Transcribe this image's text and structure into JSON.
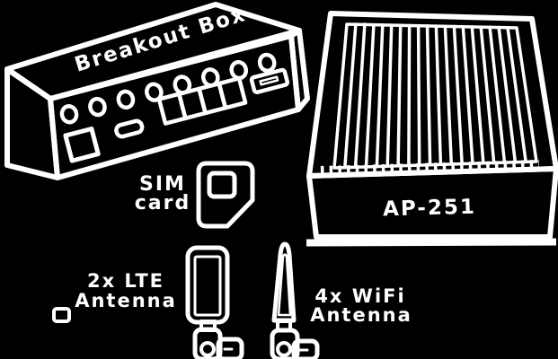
{
  "diagram": {
    "background_color": "#000000",
    "line_color": "#ffffff",
    "breakout_box": {
      "label": "Breakout Box"
    },
    "ap_unit": {
      "label": "AP-251"
    },
    "sim_card": {
      "label_line1": "SIM",
      "label_line2": "card"
    },
    "lte_antenna": {
      "label_line1": "2x LTE",
      "label_line2": "Antenna"
    },
    "wifi_antenna": {
      "label_line1": "4x WiFi",
      "label_line2": "Antenna"
    }
  }
}
